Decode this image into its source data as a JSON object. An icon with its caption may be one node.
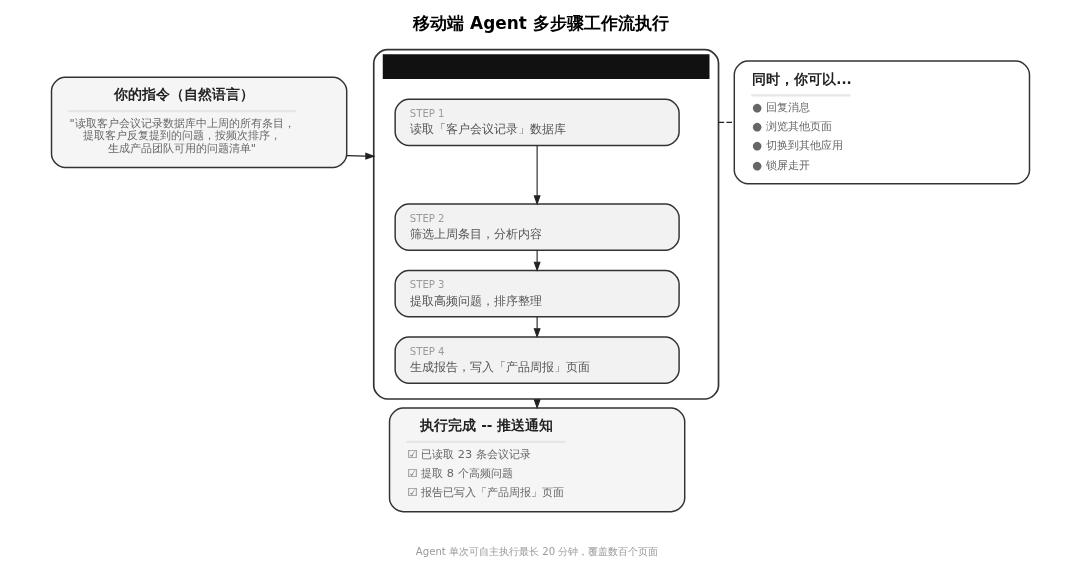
{
  "diagram": {
    "title": "移动端 Agent 多步骤工作流执行",
    "caption": "Agent 单次可自主执行最长 20 分钟，覆盖数百个页面",
    "nodes": [
      {
        "text": [
          "你的指令（自然语言）",
          "\"读取客户会议记录数据库中上周的所有条目，提取客户反复提到的问题，按频次排序，生成产品团队可用的问题清单\""
        ]
      },
      {
        "text": [],
        "shape": "box"
      },
      {
        "text": [
          "STEP 1",
          "读取「客户会议记录」数据库"
        ],
        "in": 1
      },
      {
        "text": [
          "STEP 2",
          "筛选上周条目，分析内容"
        ],
        "in": 1
      },
      {
        "text": [
          "STEP 3",
          "提取高频问题，排序整理"
        ],
        "in": 1
      },
      {
        "text": [
          "STEP 4",
          "生成报告，写入「产品周报」页面"
        ],
        "in": 1
      },
      {
        "text": [
          "同时，你可以...",
          "● 回复消息",
          "● 浏览其他页面",
          "● 切换到其他应用",
          "● 锁屏走开"
        ]
      },
      {
        "text": [
          "执行完成 -- 推送通知",
          "☑ 已读取 23 条会议记录",
          "☑ 提取 8 个高频问题",
          "☑ 报告已写入「产品周报」页面"
        ]
      }
    ],
    "edges": [
      {
        "from": 0,
        "to": 1,
        "arrow": "to"
      },
      {
        "from": 2,
        "to": 3,
        "arrow": "to"
      },
      {
        "from": 3,
        "to": 4,
        "arrow": "to"
      },
      {
        "from": 4,
        "to": 5,
        "arrow": "to"
      },
      {
        "from": 1,
        "to": 6,
        "arrow": "none",
        "style": "dashed"
      },
      {
        "from": 1,
        "to": 7,
        "arrow": "to"
      }
    ]
  }
}
